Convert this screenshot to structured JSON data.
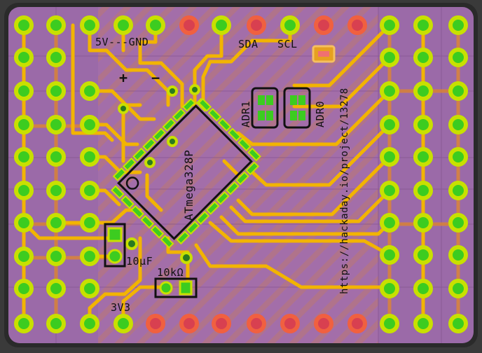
{
  "board": {
    "power_label": "5V---GND",
    "plus_label": "+",
    "minus_label": "−",
    "sda_label": "SDA",
    "scl_label": "SCL",
    "chip_label": "ATmega328P",
    "adr1_label": "ADR1",
    "adr0_label": "ADR0",
    "url_label": "https://hackaday.io/project/13278",
    "cap_label": "10μF",
    "res_label": "10kΩ",
    "v33_label": "3V3"
  },
  "colors": {
    "background": "#3a3a3a",
    "board": "#9b6aa8",
    "copper_trace": "#f2b400",
    "pad_ring": "#c8e000",
    "pad_green": "#3ccc20",
    "pad_red": "#d84050",
    "silkscreen": "#111111"
  }
}
